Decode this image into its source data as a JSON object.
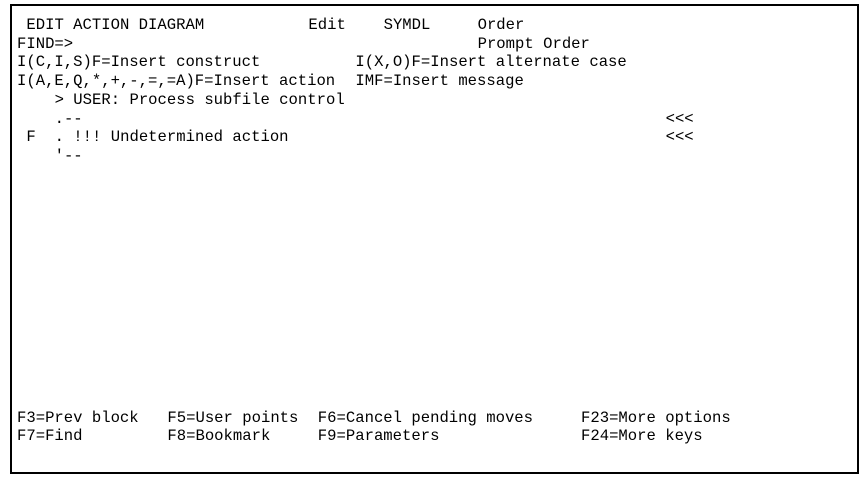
{
  "screen": {
    "title": "EDIT ACTION DIAGRAM",
    "edit_mode": "Edit",
    "model_name": "SYMDL",
    "object_name": "Order",
    "function_name": "Prompt Order",
    "find": {
      "label": "FIND=>",
      "value": ""
    },
    "insert_help": {
      "construct": "I(C,I,S)F=Insert construct",
      "alternate_case": "I(X,O)F=Insert alternate case",
      "action": "I(A,E,Q,*,+,-,=,=A)F=Insert action",
      "message": "IMF=Insert message"
    },
    "diagram": {
      "user_point": "> USER: Process subfile control",
      "construct_open": ".--",
      "selection_value": "F",
      "undetermined_action": ". !!! Undetermined action",
      "construct_close": "'--",
      "change_marker": "<<<"
    },
    "function_keys": [
      "F3=Prev block",
      "F5=User points",
      "F6=Cancel pending moves",
      "F23=More options",
      "F7=Find",
      "F8=Bookmark",
      "F9=Parameters",
      "F24=More keys"
    ],
    "colors": {
      "foreground": "#000000",
      "background": "#ffffff"
    }
  }
}
